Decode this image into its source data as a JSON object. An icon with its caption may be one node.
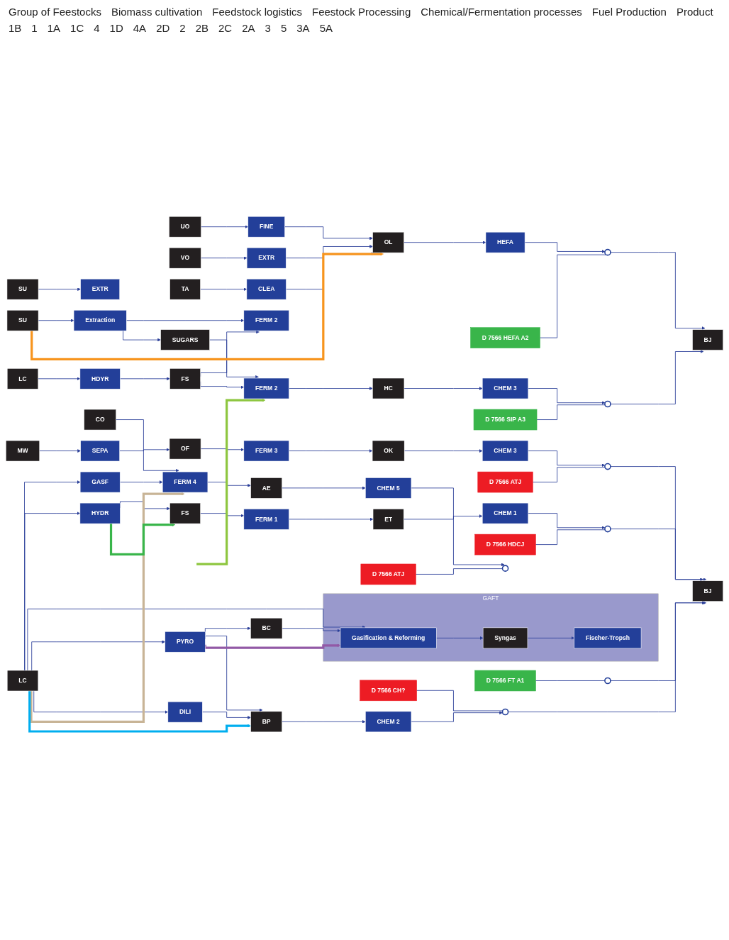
{
  "diagram": {
    "nodes": [
      {
        "text": [
          "UO"
        ]
      },
      {
        "text": [
          "FINE"
        ]
      },
      {
        "text": [
          "D 7566 HEFA A2"
        ]
      },
      {
        "text": [
          "VO"
        ]
      },
      {
        "text": [
          "EXTR"
        ]
      },
      {
        "text": [
          "OL"
        ]
      },
      {
        "text": [
          "HEFA"
        ]
      },
      {
        "text": [],
        "shape": "circle"
      },
      {
        "text": [
          "TA"
        ]
      },
      {
        "text": [
          "CLEA"
        ]
      },
      {
        "text": [
          "BJ"
        ]
      },
      {
        "text": [
          "FERM 2"
        ]
      },
      {
        "text": [
          "D 7566 SIP A3"
        ]
      },
      {
        "text": [
          "SU"
        ]
      },
      {
        "text": [
          "Extraction"
        ]
      },
      {
        "text": [
          "SUGARS"
        ]
      },
      {
        "text": [
          "FERM 2"
        ]
      },
      {
        "text": [
          "HC"
        ]
      },
      {
        "text": [
          "CHEM 3"
        ]
      },
      {
        "text": [],
        "shape": "circle"
      },
      {
        "text": [
          "FS"
        ]
      },
      {
        "text": [
          "LC"
        ]
      },
      {
        "text": [
          "HDYR"
        ]
      },
      {
        "text": [
          "D 7566 ATJ"
        ]
      },
      {
        "text": [
          "MW"
        ]
      },
      {
        "text": [
          "SEPA"
        ]
      },
      {
        "text": [
          "OF"
        ]
      },
      {
        "text": [
          "FERM 3"
        ]
      },
      {
        "text": [
          "OK"
        ]
      },
      {
        "text": [
          "CHEM 3"
        ]
      },
      {
        "text": [],
        "shape": "circle"
      },
      {
        "text": [
          "D 7566 HDCJ"
        ]
      },
      {
        "text": [
          "SU"
        ]
      },
      {
        "text": [
          "EXTR"
        ]
      },
      {
        "text": [
          "FS"
        ]
      },
      {
        "text": [
          "FERM 1"
        ]
      },
      {
        "text": [
          "ET"
        ]
      },
      {
        "text": [
          "CHEM 1"
        ]
      },
      {
        "text": [],
        "shape": "circle"
      },
      {
        "text": [
          "D 7566 ATJ"
        ]
      },
      {
        "text": [
          "CO"
        ]
      },
      {
        "text": [
          "FERM 4"
        ]
      },
      {
        "text": [
          "AE"
        ]
      },
      {
        "text": [
          "CHEM 5"
        ]
      },
      {
        "text": [],
        "shape": "circle"
      },
      {
        "text": [
          "BJ"
        ]
      },
      {
        "text": [
          "GASF"
        ]
      },
      {
        "text": [
          "GAFT"
        ]
      },
      {
        "text": [
          "D 7566 FT A1"
        ]
      },
      {
        "text": [
          "LC"
        ]
      },
      {
        "text": [
          "HYDR"
        ]
      },
      {
        "text": [
          "Gasification & Reforming"
        ],
        "in": 47
      },
      {
        "text": [
          "Syngas"
        ],
        "in": 47
      },
      {
        "text": [
          "Fischer-Tropsh"
        ],
        "in": 47
      },
      {
        "text": [],
        "shape": "circle"
      },
      {
        "text": [
          "PYRO"
        ]
      },
      {
        "text": [
          "BC"
        ]
      },
      {
        "text": [
          "D 7566 CH?"
        ]
      },
      {
        "text": [
          "DILI"
        ]
      },
      {
        "text": [
          "BP"
        ]
      },
      {
        "text": [
          "CHEM 2"
        ]
      },
      {
        "text": [],
        "shape": "circle"
      }
    ],
    "edges": [
      {
        "from": 0,
        "to": 1,
        "arrow": "to"
      },
      {
        "from": 1,
        "to": 5,
        "arrow": "to"
      },
      {
        "from": 3,
        "to": 4,
        "arrow": "to"
      },
      {
        "from": 4,
        "to": 5,
        "arrow": "to"
      },
      {
        "from": 5,
        "to": 6,
        "arrow": "to"
      },
      {
        "from": 6,
        "to": 7,
        "arrow": "to"
      },
      {
        "from": 2,
        "to": 7,
        "arrow": "none"
      },
      {
        "from": 7,
        "to": 10,
        "arrow": "to"
      },
      {
        "from": 8,
        "to": 9,
        "arrow": "to"
      },
      {
        "from": 9,
        "to": 5,
        "arrow": "to"
      },
      {
        "from": 13,
        "to": 14,
        "arrow": "to"
      },
      {
        "from": 14,
        "to": 11,
        "arrow": "to"
      },
      {
        "from": 14,
        "to": 15,
        "arrow": "to"
      },
      {
        "from": 15,
        "to": 16,
        "arrow": "to"
      },
      {
        "from": 16,
        "to": 17,
        "arrow": "to"
      },
      {
        "from": 17,
        "to": 18,
        "arrow": "to"
      },
      {
        "from": 18,
        "to": 19,
        "arrow": "to"
      },
      {
        "from": 12,
        "to": 19,
        "arrow": "none"
      },
      {
        "from": 19,
        "to": 10,
        "arrow": "to"
      },
      {
        "from": 20,
        "to": 11,
        "arrow": "to"
      },
      {
        "from": 20,
        "to": 16,
        "arrow": "to"
      },
      {
        "from": 21,
        "to": 22,
        "arrow": "to"
      },
      {
        "from": 22,
        "to": 20,
        "arrow": "to"
      },
      {
        "from": 24,
        "to": 25,
        "arrow": "to"
      },
      {
        "from": 25,
        "to": 26,
        "arrow": "to"
      },
      {
        "from": 26,
        "to": 27,
        "arrow": "to"
      },
      {
        "from": 27,
        "to": 28,
        "arrow": "to"
      },
      {
        "from": 28,
        "to": 29,
        "arrow": "to"
      },
      {
        "from": 29,
        "to": 30,
        "arrow": "to"
      },
      {
        "from": 23,
        "to": 30,
        "arrow": "none"
      },
      {
        "from": 30,
        "to": 45,
        "arrow": "to"
      },
      {
        "from": 31,
        "to": 38,
        "arrow": "none"
      },
      {
        "from": 32,
        "to": 33,
        "arrow": "to"
      },
      {
        "from": 34,
        "to": 35,
        "arrow": "to"
      },
      {
        "from": 35,
        "to": 36,
        "arrow": "to"
      },
      {
        "from": 36,
        "to": 37,
        "arrow": "to"
      },
      {
        "from": 37,
        "to": 38,
        "arrow": "to"
      },
      {
        "from": 38,
        "to": 45,
        "arrow": "to"
      },
      {
        "from": 39,
        "to": 44,
        "arrow": "none"
      },
      {
        "from": 40,
        "to": 41,
        "arrow": "to"
      },
      {
        "from": 41,
        "to": 42,
        "arrow": "to"
      },
      {
        "from": 42,
        "to": 43,
        "arrow": "to"
      },
      {
        "from": 43,
        "to": 44,
        "arrow": "to"
      },
      {
        "from": 46,
        "to": 41,
        "arrow": "to"
      },
      {
        "from": 49,
        "to": 46,
        "arrow": "to"
      },
      {
        "from": 49,
        "to": 50,
        "arrow": "to"
      },
      {
        "from": 50,
        "to": 34,
        "arrow": "to"
      },
      {
        "from": 49,
        "to": 51,
        "arrow": "to"
      },
      {
        "from": 49,
        "to": 55,
        "arrow": "to"
      },
      {
        "from": 49,
        "to": 58,
        "arrow": "to"
      },
      {
        "from": 55,
        "to": 56,
        "arrow": "to"
      },
      {
        "from": 56,
        "to": 51,
        "arrow": "to"
      },
      {
        "from": 55,
        "to": 59,
        "arrow": "to"
      },
      {
        "from": 51,
        "to": 52,
        "arrow": "to"
      },
      {
        "from": 52,
        "to": 53,
        "arrow": "to"
      },
      {
        "from": 48,
        "to": 54,
        "arrow": "none"
      },
      {
        "from": 54,
        "to": 45,
        "arrow": "to"
      },
      {
        "from": 58,
        "to": 59,
        "arrow": "to"
      },
      {
        "from": 59,
        "to": 60,
        "arrow": "to"
      },
      {
        "from": 60,
        "to": 61,
        "arrow": "to"
      },
      {
        "from": 57,
        "to": 61,
        "arrow": "none"
      },
      {
        "from": 61,
        "to": 45,
        "arrow": "to"
      },
      {
        "from": 13,
        "to": 5,
        "arrow": "to",
        "style": "thick",
        "color": "#f7941d"
      },
      {
        "from": null,
        "to": 16,
        "arrow": "to",
        "style": "thick",
        "color": "#8dc63f"
      },
      {
        "from": 49,
        "to": 41,
        "arrow": "to",
        "style": "thick",
        "color": "#c8b496"
      },
      {
        "from": 50,
        "to": 34,
        "arrow": "to",
        "style": "thick",
        "color": "#39b54a"
      },
      {
        "from": 55,
        "to": 51,
        "arrow": "to",
        "style": "thick",
        "color": "#9259a6"
      },
      {
        "from": 49,
        "to": 59,
        "arrow": "to",
        "style": "thick",
        "color": "#00aeef"
      }
    ],
    "labels": [
      "Group of Feestocks",
      "Biomass cultivation",
      "Feedstock logistics",
      "Feestock Processing",
      "Chemical/Fermentation processes",
      "Fuel Production",
      "Product",
      "1B",
      "1",
      "1A",
      "1C",
      "4",
      "1D",
      "4A",
      "2D",
      "2",
      "2B",
      "2C",
      "2A",
      "3",
      "5",
      "3A",
      "5A"
    ]
  }
}
